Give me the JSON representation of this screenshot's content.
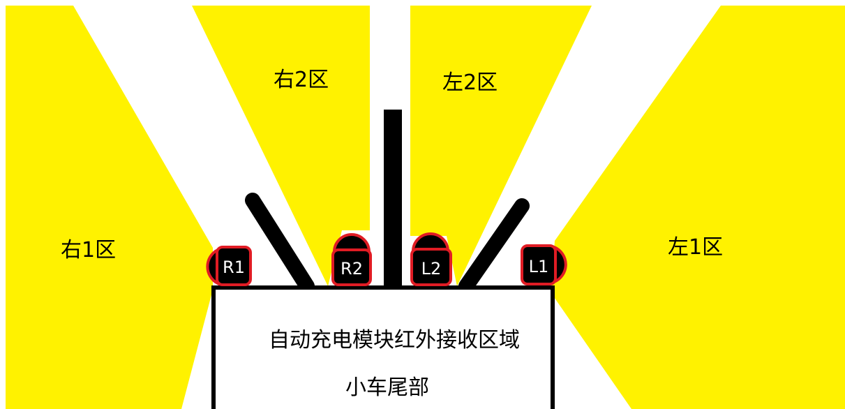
{
  "zones": {
    "right1": "右1区",
    "right2": "右2区",
    "left2": "左2区",
    "left1": "左1区"
  },
  "sensors": {
    "r1": "R1",
    "r2": "R2",
    "l2": "L2",
    "l1": "L1"
  },
  "body": {
    "line1": "自动充电模块红外接收区域",
    "line2": "小车尾部"
  },
  "colors": {
    "zone": "#fff200",
    "sensor_fill": "#000000",
    "sensor_outline": "#e01c24",
    "structure": "#000000"
  }
}
